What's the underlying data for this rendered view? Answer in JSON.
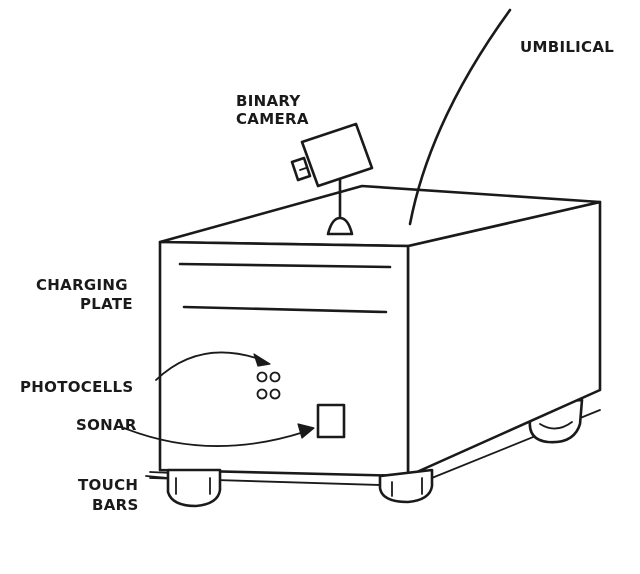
{
  "labels": {
    "umbilical": "UMBILICAL",
    "binary_camera_line1": "BINARY",
    "binary_camera_line2": "CAMERA",
    "charging_plate_line1": "CHARGING",
    "charging_plate_line2": "PLATE",
    "photocells": "PHOTOCELLS",
    "sonar": "SONAR",
    "touch_bars_line1": "TOUCH",
    "touch_bars_line2": "BARS"
  },
  "colors": {
    "ink": "#1a1a1a",
    "paper": "#ffffff"
  }
}
